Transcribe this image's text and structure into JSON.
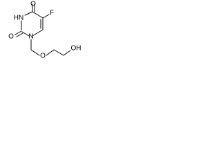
{
  "molecule": {
    "labels": {
      "o_top": "O",
      "f": "F",
      "hn": "HN",
      "o_left": "O",
      "n1": "N",
      "o_ether": "O",
      "oh": "OH"
    },
    "colors": {
      "ink": "#000000",
      "background": "#ffffff"
    }
  }
}
